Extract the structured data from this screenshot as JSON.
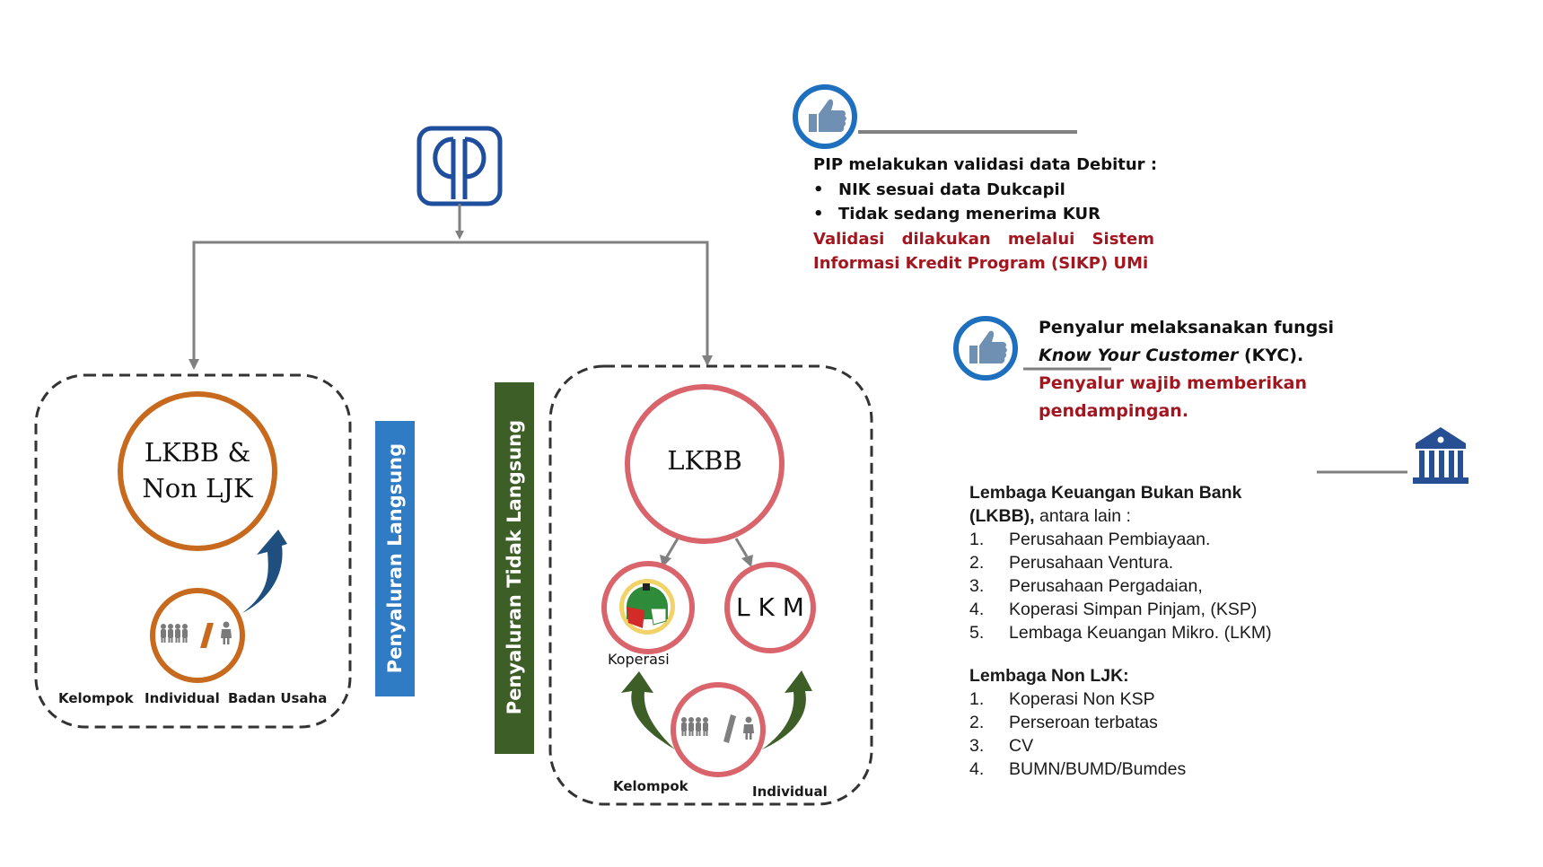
{
  "colors": {
    "pip_blue": "#1f4e9c",
    "direct_bar": "#2f7bc4",
    "indirect_bar": "#3d5e26",
    "orange": "#c86a1e",
    "pink": "#d9646b",
    "arrow_blue": "#1f4f7e",
    "arrow_green": "#3d5e26",
    "connector_gray": "#808080",
    "text_red": "#a3161f",
    "thumb_ring": "#1f6fbf",
    "thumb_fill": "#6f8fb3",
    "bank_blue": "#264f94"
  },
  "logo": {
    "name": "PIP",
    "icon": "pip-logo-icon"
  },
  "direct": {
    "bar_label": "Penyaluran Langsung",
    "main_circle": {
      "line1": "LKBB &",
      "line2": "Non LJK"
    },
    "borrowers_icon": "people-group-slash-person-icon",
    "labels": [
      "Kelompok",
      "Individual",
      "Badan Usaha"
    ]
  },
  "indirect": {
    "bar_label": "Penyaluran Tidak Langsung",
    "main_circle": "LKBB",
    "koperasi_label": "Koperasi",
    "koperasi_icon": "koperasi-emblem-icon",
    "lkm_label": "L K M",
    "borrowers_icon": "people-group-slash-person-icon",
    "labels": [
      "Kelompok",
      "Individual"
    ]
  },
  "validation": {
    "icon": "thumbs-up-icon",
    "title": "PIP melakukan validasi data Debitur :",
    "bullets": [
      "NIK sesuai data Dukcapil",
      "Tidak sedang menerima KUR"
    ],
    "note_line1": "Validasi dilakukan melalui Sistem",
    "note_line2": "Informasi Kredit Program (SIKP) UMi"
  },
  "kyc": {
    "icon": "thumbs-up-icon",
    "line1": "Penyalur melaksanakan fungsi",
    "line2_italic": "Know Your Customer",
    "line2_rest": " (KYC).",
    "note_line1": "Penyalur wajib memberikan",
    "note_line2": "pendampingan."
  },
  "institutions": {
    "icon": "bank-building-icon",
    "lkbb_heading_bold": "Lembaga Keuangan Bukan Bank",
    "lkbb_heading_bold2": "(LKBB),",
    "lkbb_heading_rest": " antara lain :",
    "lkbb_items": [
      {
        "num": "1.",
        "text": "Perusahaan Pembiayaan."
      },
      {
        "num": "2.",
        "text": "Perusahaan Ventura."
      },
      {
        "num": "3.",
        "text": "Perusahaan Pergadaian,"
      },
      {
        "num": "4.",
        "text": "Koperasi Simpan Pinjam, (KSP)"
      },
      {
        "num": "5.",
        "text": "Lembaga Keuangan Mikro. (LKM)"
      }
    ],
    "nonljk_heading": "Lembaga Non LJK:",
    "nonljk_items": [
      {
        "num": "1.",
        "text": "Koperasi Non KSP"
      },
      {
        "num": "2.",
        "text": "Perseroan terbatas"
      },
      {
        "num": "3.",
        "text": "CV"
      },
      {
        "num": "4.",
        "text": "BUMN/BUMD/Bumdes"
      }
    ]
  }
}
